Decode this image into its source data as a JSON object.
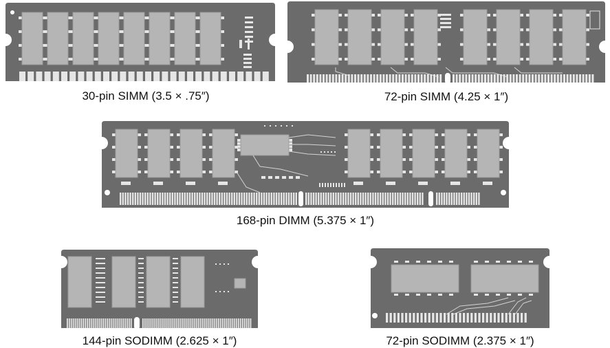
{
  "colors": {
    "board": "#6b6b6b",
    "chip": "#b5b5b5",
    "chip_edge": "#9a9a9a",
    "contacts": "#e6e6e6",
    "trace": "#d4d4d4",
    "caption": "#111111"
  },
  "modules": [
    {
      "id": "simm30",
      "caption": "30-pin SIMM (3.5 × .75″)"
    },
    {
      "id": "simm72",
      "caption": "72-pin SIMM (4.25 × 1″)"
    },
    {
      "id": "dimm168",
      "caption": "168-pin DIMM (5.375 × 1″)"
    },
    {
      "id": "sodimm144",
      "caption": "144-pin SODIMM (2.625 × 1″)"
    },
    {
      "id": "sodimm72",
      "caption": "72-pin SODIMM (2.375 × 1″)"
    }
  ]
}
